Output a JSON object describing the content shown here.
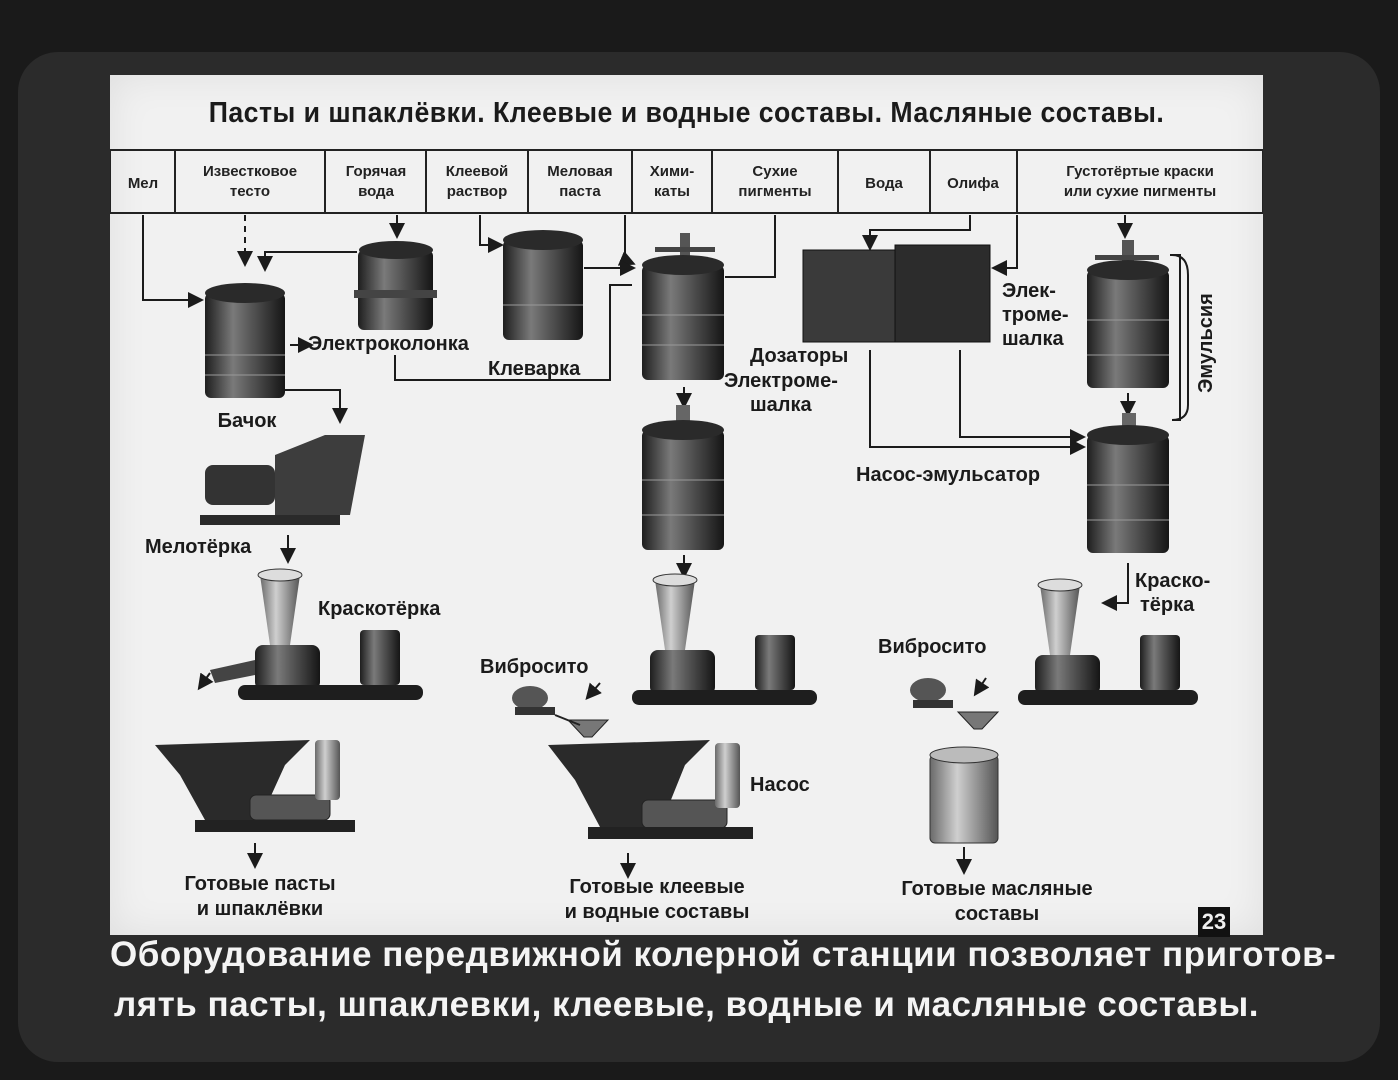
{
  "title": "Пасты и шпаклёвки. Клеевые и водные составы. Масляные составы.",
  "headers": [
    {
      "line1": "Мел",
      "line2": ""
    },
    {
      "line1": "Известковое",
      "line2": "тесто"
    },
    {
      "line1": "Горячая",
      "line2": "вода"
    },
    {
      "line1": "Клеевой",
      "line2": "раствор"
    },
    {
      "line1": "Меловая",
      "line2": "паста"
    },
    {
      "line1": "Хими-",
      "line2": "каты"
    },
    {
      "line1": "Сухие",
      "line2": "пигменты"
    },
    {
      "line1": "Вода",
      "line2": ""
    },
    {
      "line1": "Олифа",
      "line2": ""
    },
    {
      "line1": "Густотёртые краски",
      "line2": "или сухие пигменты"
    }
  ],
  "labels": {
    "bachok": "Бачок",
    "elektrokolonka": "Электроколонка",
    "kleevarka": "Клеварка",
    "melotyorka": "Мелотёрка",
    "kraskotyorka_left": "Краскотёрка",
    "dozatory": "Дозаторы",
    "elektromeshalka_mid_1": "Электроме-",
    "elektromeshalka_mid_2": "шалка",
    "vibrosito_mid": "Вибросито",
    "nasos": "Насос",
    "elektromeshalka_right_1": "Элек-",
    "elektromeshalka_right_2": "троме-",
    "elektromeshalka_right_3": "шалка",
    "emulsiya": "Эмульсия",
    "nasos_emulsator": "Насос-эмульсатор",
    "kraskotyorka_right_1": "Краско-",
    "kraskotyorka_right_2": "тёрка",
    "vibrosito_right": "Вибросито"
  },
  "outputs": {
    "left_1": "Готовые пасты",
    "left_2": "и шпаклёвки",
    "mid_1": "Готовые клеевые",
    "mid_2": "и водные составы",
    "right_1": "Готовые масляные",
    "right_2": "составы"
  },
  "page_number": "23",
  "caption": {
    "line1": "Оборудование передвижной колерной станции позволяет приготов-",
    "line2": "лять пасты, шпаклевки, клеевые, водные и масляные составы."
  }
}
